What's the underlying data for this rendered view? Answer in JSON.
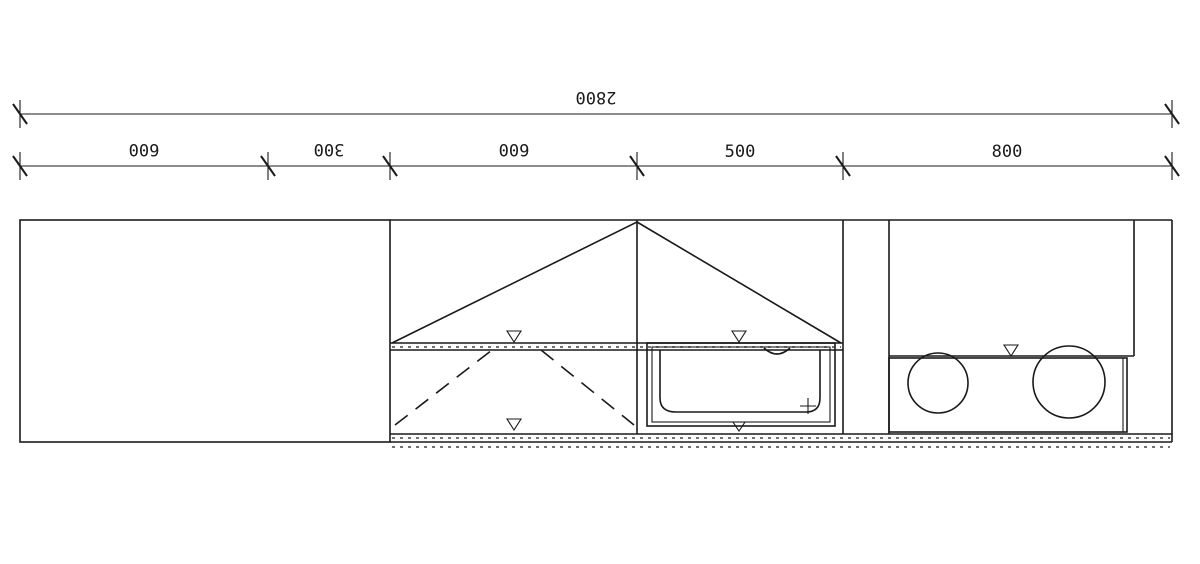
{
  "dimensions": {
    "total": "2800",
    "segments": [
      "600",
      "300",
      "600",
      "500",
      "800"
    ]
  },
  "colors": {
    "line": "#1a1a1a",
    "background": "#ffffff"
  }
}
